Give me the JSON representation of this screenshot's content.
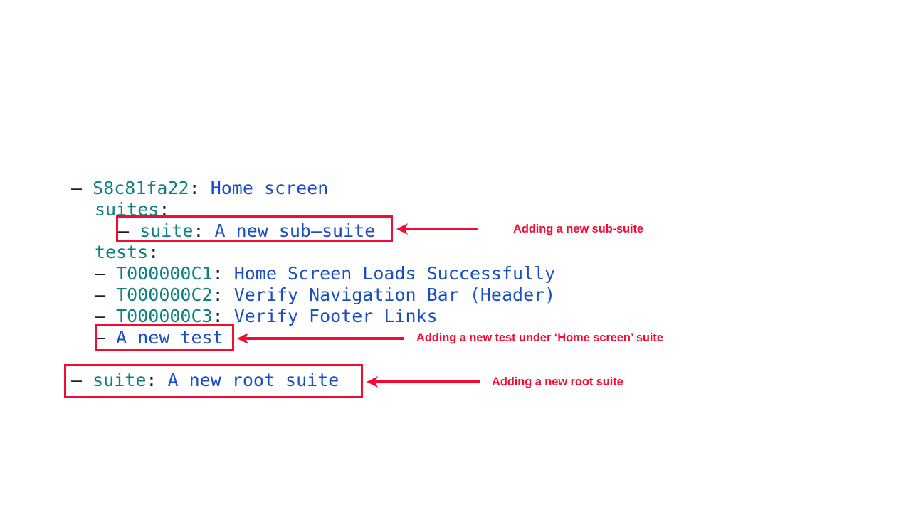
{
  "tree": {
    "lines": [
      {
        "id": "root-suite-entry",
        "dash": "– ",
        "key": "S8c81fa22",
        "colon": ": ",
        "value": "Home screen"
      },
      {
        "id": "suites-key",
        "dash": "",
        "key": "suites",
        "colon": ":",
        "value": ""
      },
      {
        "id": "new-sub-suite",
        "dash": "– ",
        "key": "suite",
        "colon": ": ",
        "value": "A new sub–suite"
      },
      {
        "id": "tests-key",
        "dash": "",
        "key": "tests",
        "colon": ":",
        "value": ""
      },
      {
        "id": "test-case-1",
        "dash": "– ",
        "key": "T000000C1",
        "colon": ": ",
        "value": "Home Screen Loads Successfully"
      },
      {
        "id": "test-case-2",
        "dash": "– ",
        "key": "T000000C2",
        "colon": ": ",
        "value": "Verify Navigation Bar (Header)"
      },
      {
        "id": "test-case-3",
        "dash": "– ",
        "key": "T000000C3",
        "colon": ": ",
        "value": "Verify Footer Links"
      },
      {
        "id": "new-test",
        "dash": "– ",
        "key": "",
        "colon": "",
        "value": "A new test"
      },
      {
        "id": "new-root-suite",
        "dash": "– ",
        "key": "suite",
        "colon": ": ",
        "value": "A new root suite"
      }
    ]
  },
  "annotations": [
    {
      "id": "annotation-sub-suite",
      "label": "Adding a new sub-suite"
    },
    {
      "id": "annotation-new-test",
      "label": "Adding a new test under ‘Home screen’ suite"
    },
    {
      "id": "annotation-root-suite",
      "label": "Adding a new root suite"
    }
  ],
  "colors": {
    "key": "#0d8080",
    "value": "#1a4fc4",
    "punctuation": "#1c1c1c",
    "annotation": "#f50a32",
    "background": "#ffffff"
  }
}
